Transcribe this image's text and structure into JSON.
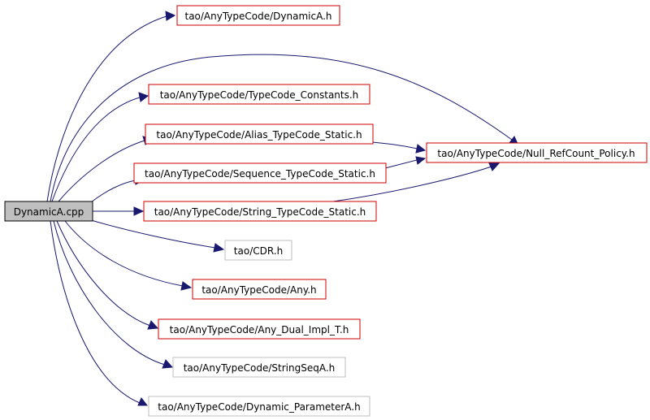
{
  "colors": {
    "edge": "#191970",
    "root_fill": "#bfbfbf",
    "root_border": "#000000",
    "local_border": "#cc0000",
    "external_border": "#bfbfbf",
    "node_fill": "#ffffff"
  },
  "nodes": {
    "root": {
      "label": "DynamicA.cpp",
      "kind": "root"
    },
    "dynamica_h": {
      "label": "tao/AnyTypeCode/DynamicA.h",
      "kind": "local"
    },
    "typecode_constants": {
      "label": "tao/AnyTypeCode/TypeCode_Constants.h",
      "kind": "local"
    },
    "alias_typecode_static": {
      "label": "tao/AnyTypeCode/Alias_TypeCode_Static.h",
      "kind": "local"
    },
    "sequence_typecode_static": {
      "label": "tao/AnyTypeCode/Sequence_TypeCode_Static.h",
      "kind": "local"
    },
    "string_typecode_static": {
      "label": "tao/AnyTypeCode/String_TypeCode_Static.h",
      "kind": "local"
    },
    "null_refcount_policy": {
      "label": "tao/AnyTypeCode/Null_RefCount_Policy.h",
      "kind": "local"
    },
    "cdr": {
      "label": "tao/CDR.h",
      "kind": "external"
    },
    "any": {
      "label": "tao/AnyTypeCode/Any.h",
      "kind": "local"
    },
    "any_dual_impl_t": {
      "label": "tao/AnyTypeCode/Any_Dual_Impl_T.h",
      "kind": "local"
    },
    "stringseqa": {
      "label": "tao/AnyTypeCode/StringSeqA.h",
      "kind": "external"
    },
    "dynamic_parametera": {
      "label": "tao/AnyTypeCode/Dynamic_ParameterA.h",
      "kind": "external"
    }
  },
  "edges": [
    {
      "from": "root",
      "to": "dynamica_h"
    },
    {
      "from": "root",
      "to": "null_refcount_policy"
    },
    {
      "from": "root",
      "to": "typecode_constants"
    },
    {
      "from": "root",
      "to": "alias_typecode_static"
    },
    {
      "from": "root",
      "to": "sequence_typecode_static"
    },
    {
      "from": "root",
      "to": "string_typecode_static"
    },
    {
      "from": "root",
      "to": "cdr"
    },
    {
      "from": "root",
      "to": "any"
    },
    {
      "from": "root",
      "to": "any_dual_impl_t"
    },
    {
      "from": "root",
      "to": "stringseqa"
    },
    {
      "from": "root",
      "to": "dynamic_parametera"
    },
    {
      "from": "alias_typecode_static",
      "to": "null_refcount_policy"
    },
    {
      "from": "sequence_typecode_static",
      "to": "null_refcount_policy"
    },
    {
      "from": "string_typecode_static",
      "to": "null_refcount_policy"
    }
  ]
}
